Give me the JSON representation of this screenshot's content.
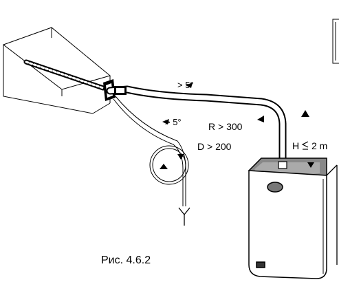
{
  "labels": {
    "slope_top": "> 5°",
    "slope_bottom": "> 5°",
    "radius": "R > 300",
    "loop_diameter": "D > 200",
    "height": "H",
    "height_limit": "2 m",
    "caption": "Рис. 4.6.2"
  }
}
